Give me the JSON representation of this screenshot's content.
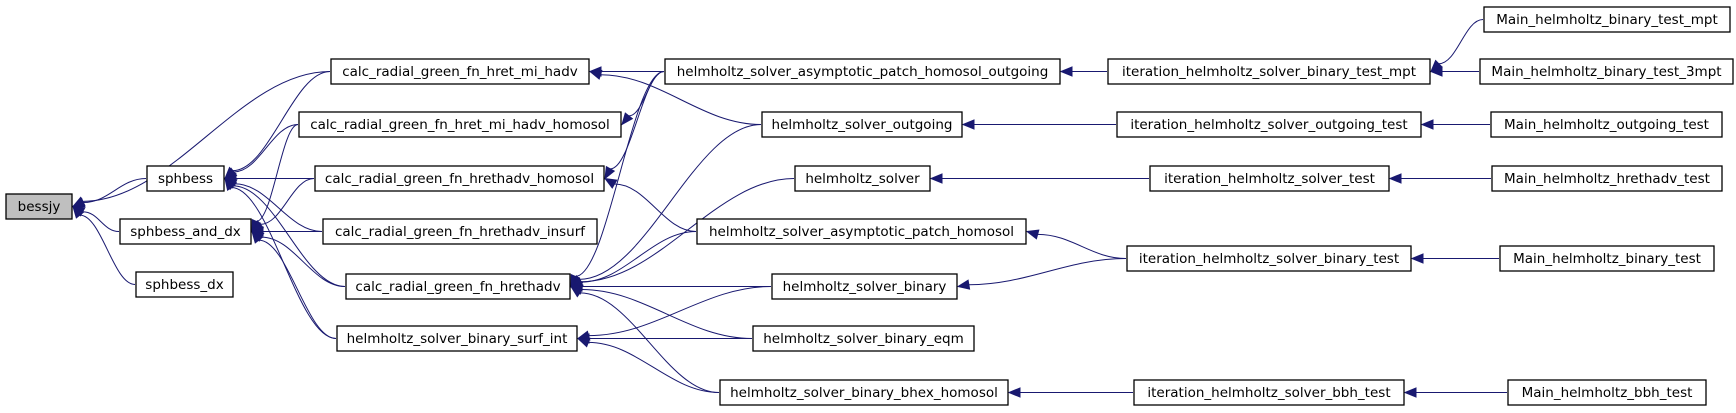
{
  "colors": {
    "edge": "#191970",
    "root_fill": "#bfbfbf",
    "node_fill": "#ffffff",
    "node_stroke": "#000000"
  },
  "nodes": [
    {
      "id": "bessjy",
      "label": "bessjy"
    },
    {
      "id": "sphbess",
      "label": "sphbess"
    },
    {
      "id": "sphbess_and_dx",
      "label": "sphbess_and_dx"
    },
    {
      "id": "sphbess_dx",
      "label": "sphbess_dx"
    },
    {
      "id": "crg_hret_mi_hadv",
      "label": "calc_radial_green_fn_hret_mi_hadv"
    },
    {
      "id": "crg_hret_mi_hadv_homosol",
      "label": "calc_radial_green_fn_hret_mi_hadv_homosol"
    },
    {
      "id": "crg_hrethadv_homosol",
      "label": "calc_radial_green_fn_hrethadv_homosol"
    },
    {
      "id": "crg_hrethadv_insurf",
      "label": "calc_radial_green_fn_hrethadv_insurf"
    },
    {
      "id": "crg_hrethadv",
      "label": "calc_radial_green_fn_hrethadv"
    },
    {
      "id": "hs_binary_surf_int",
      "label": "helmholtz_solver_binary_surf_int"
    },
    {
      "id": "hs_asym_patch_homosol_outgoing",
      "label": "helmholtz_solver_asymptotic_patch_homosol_outgoing"
    },
    {
      "id": "hs_outgoing",
      "label": "helmholtz_solver_outgoing"
    },
    {
      "id": "hs",
      "label": "helmholtz_solver"
    },
    {
      "id": "hs_asym_patch_homosol",
      "label": "helmholtz_solver_asymptotic_patch_homosol"
    },
    {
      "id": "hs_binary",
      "label": "helmholtz_solver_binary"
    },
    {
      "id": "hs_binary_eqm",
      "label": "helmholtz_solver_binary_eqm"
    },
    {
      "id": "hs_binary_bhex_homosol",
      "label": "helmholtz_solver_binary_bhex_homosol"
    },
    {
      "id": "it_binary_test_mpt",
      "label": "iteration_helmholtz_solver_binary_test_mpt"
    },
    {
      "id": "it_outgoing_test",
      "label": "iteration_helmholtz_solver_outgoing_test"
    },
    {
      "id": "it_test",
      "label": "iteration_helmholtz_solver_test"
    },
    {
      "id": "it_binary_test",
      "label": "iteration_helmholtz_solver_binary_test"
    },
    {
      "id": "it_bbh_test",
      "label": "iteration_helmholtz_solver_bbh_test"
    },
    {
      "id": "main_binary_test_mpt",
      "label": "Main_helmholtz_binary_test_mpt"
    },
    {
      "id": "main_binary_test_3mpt",
      "label": "Main_helmholtz_binary_test_3mpt"
    },
    {
      "id": "main_outgoing_test",
      "label": "Main_helmholtz_outgoing_test"
    },
    {
      "id": "main_hrethadv_test",
      "label": "Main_helmholtz_hrethadv_test"
    },
    {
      "id": "main_binary_test",
      "label": "Main_helmholtz_binary_test"
    },
    {
      "id": "main_bbh_test",
      "label": "Main_helmholtz_bbh_test"
    }
  ],
  "edges": [
    {
      "from": "sphbess",
      "to": "bessjy"
    },
    {
      "from": "sphbess_and_dx",
      "to": "bessjy"
    },
    {
      "from": "sphbess_dx",
      "to": "bessjy"
    },
    {
      "from": "crg_hret_mi_hadv",
      "to": "bessjy"
    },
    {
      "from": "crg_hret_mi_hadv",
      "to": "sphbess"
    },
    {
      "from": "crg_hret_mi_hadv_homosol",
      "to": "sphbess"
    },
    {
      "from": "crg_hrethadv_homosol",
      "to": "sphbess"
    },
    {
      "from": "crg_hrethadv_insurf",
      "to": "sphbess"
    },
    {
      "from": "crg_hrethadv",
      "to": "sphbess"
    },
    {
      "from": "hs_binary_surf_int",
      "to": "sphbess"
    },
    {
      "from": "crg_hret_mi_hadv_homosol",
      "to": "sphbess_and_dx"
    },
    {
      "from": "crg_hrethadv_homosol",
      "to": "sphbess_and_dx"
    },
    {
      "from": "crg_hrethadv_insurf",
      "to": "sphbess_and_dx"
    },
    {
      "from": "crg_hrethadv",
      "to": "sphbess_and_dx"
    },
    {
      "from": "hs_binary_surf_int",
      "to": "sphbess_and_dx"
    },
    {
      "from": "hs_asym_patch_homosol_outgoing",
      "to": "crg_hret_mi_hadv"
    },
    {
      "from": "hs_outgoing",
      "to": "crg_hret_mi_hadv"
    },
    {
      "from": "hs_asym_patch_homosol_outgoing",
      "to": "crg_hret_mi_hadv_homosol"
    },
    {
      "from": "hs_asym_patch_homosol_outgoing",
      "to": "crg_hrethadv_homosol"
    },
    {
      "from": "hs_asym_patch_homosol",
      "to": "crg_hrethadv_homosol"
    },
    {
      "from": "hs_asym_patch_homosol_outgoing",
      "to": "crg_hrethadv"
    },
    {
      "from": "hs_outgoing",
      "to": "crg_hrethadv"
    },
    {
      "from": "hs",
      "to": "crg_hrethadv"
    },
    {
      "from": "hs_asym_patch_homosol",
      "to": "crg_hrethadv"
    },
    {
      "from": "hs_binary",
      "to": "crg_hrethadv"
    },
    {
      "from": "hs_binary_eqm",
      "to": "crg_hrethadv"
    },
    {
      "from": "hs_binary_bhex_homosol",
      "to": "crg_hrethadv"
    },
    {
      "from": "hs_binary",
      "to": "hs_binary_surf_int"
    },
    {
      "from": "hs_binary_eqm",
      "to": "hs_binary_surf_int"
    },
    {
      "from": "hs_binary_bhex_homosol",
      "to": "hs_binary_surf_int"
    },
    {
      "from": "it_binary_test_mpt",
      "to": "hs_asym_patch_homosol_outgoing"
    },
    {
      "from": "it_outgoing_test",
      "to": "hs_outgoing"
    },
    {
      "from": "it_test",
      "to": "hs"
    },
    {
      "from": "it_binary_test",
      "to": "hs_asym_patch_homosol"
    },
    {
      "from": "it_binary_test",
      "to": "hs_binary"
    },
    {
      "from": "it_bbh_test",
      "to": "hs_binary_bhex_homosol"
    },
    {
      "from": "main_binary_test_mpt",
      "to": "it_binary_test_mpt"
    },
    {
      "from": "main_binary_test_3mpt",
      "to": "it_binary_test_mpt"
    },
    {
      "from": "main_outgoing_test",
      "to": "it_outgoing_test"
    },
    {
      "from": "main_hrethadv_test",
      "to": "it_test"
    },
    {
      "from": "main_binary_test",
      "to": "it_binary_test"
    },
    {
      "from": "main_bbh_test",
      "to": "it_bbh_test"
    }
  ]
}
